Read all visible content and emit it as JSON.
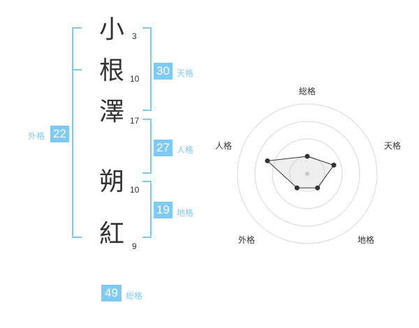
{
  "name": {
    "chars": [
      {
        "char": "小",
        "strokes": "3"
      },
      {
        "char": "根",
        "strokes": "10"
      },
      {
        "char": "澤",
        "strokes": "17"
      },
      {
        "char": "朔",
        "strokes": "10"
      },
      {
        "char": "紅",
        "strokes": "9"
      }
    ]
  },
  "scores": {
    "tenkaku": {
      "value": "30",
      "label": "天格"
    },
    "jinkaku": {
      "value": "27",
      "label": "人格"
    },
    "chikaku": {
      "value": "19",
      "label": "地格"
    },
    "gaikaku": {
      "value": "22",
      "label": "外格"
    },
    "soukaku": {
      "value": "49",
      "label": "総格"
    }
  },
  "colors": {
    "accent": "#7fcaf2",
    "text": "#333333"
  },
  "chart_data": {
    "type": "radar",
    "axes": [
      "総格",
      "天格",
      "地格",
      "外格",
      "人格"
    ],
    "values": [
      0.25,
      0.4,
      0.25,
      0.25,
      0.6
    ],
    "rings": 4
  }
}
